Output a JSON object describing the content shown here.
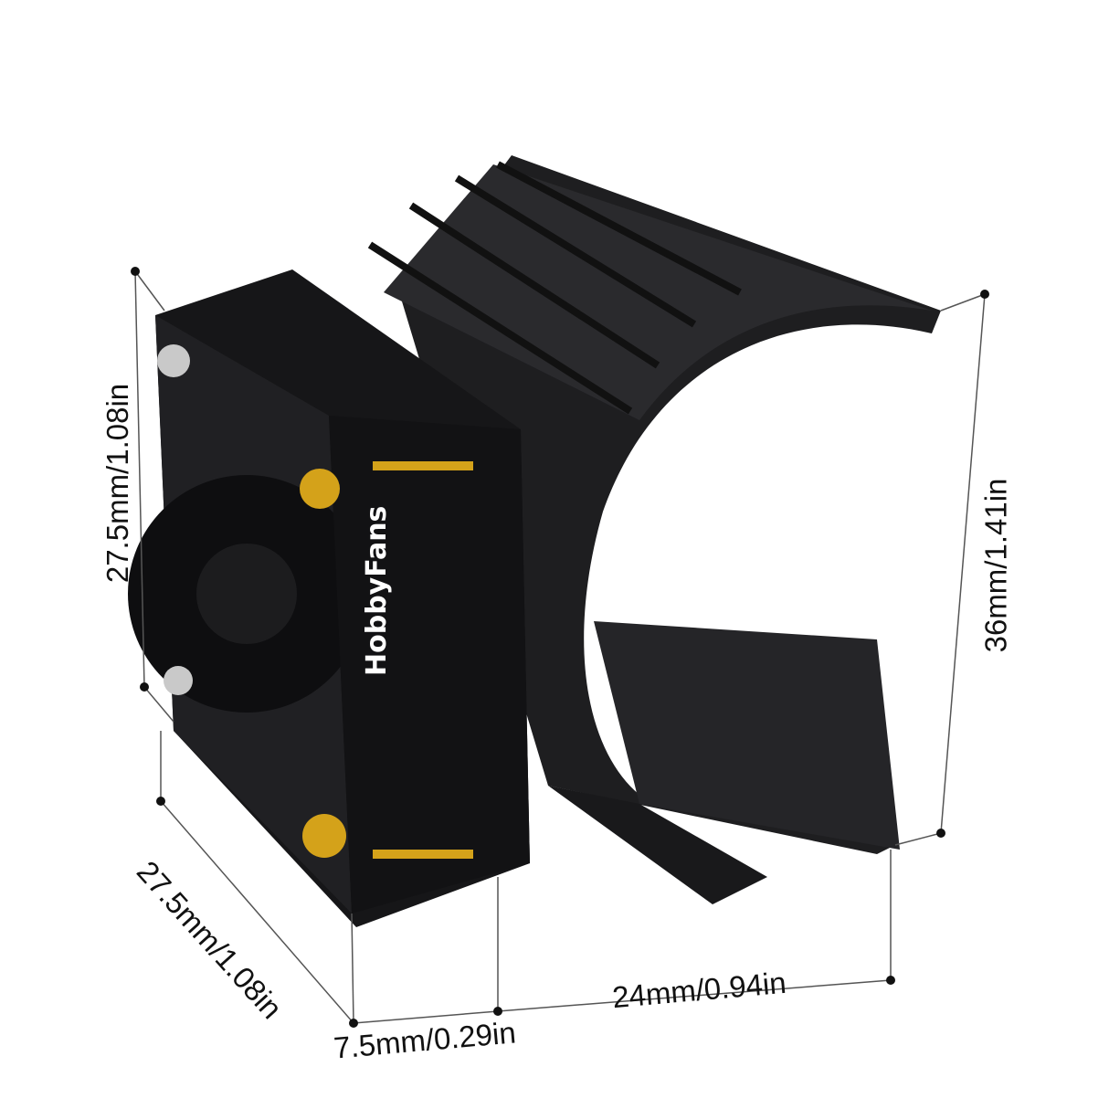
{
  "brand_logo": "HobbyFans",
  "dimensions": {
    "fan_height": "27.5mm/1.08in",
    "fan_width": "27.5mm/1.08in",
    "fan_depth": "7.5mm/0.29in",
    "heatsink_length": "24mm/0.94in",
    "heatsink_height": "36mm/1.41in"
  },
  "colors": {
    "body": "#1b1b1d",
    "screws": "#d4a21a",
    "lines": "#444444"
  }
}
